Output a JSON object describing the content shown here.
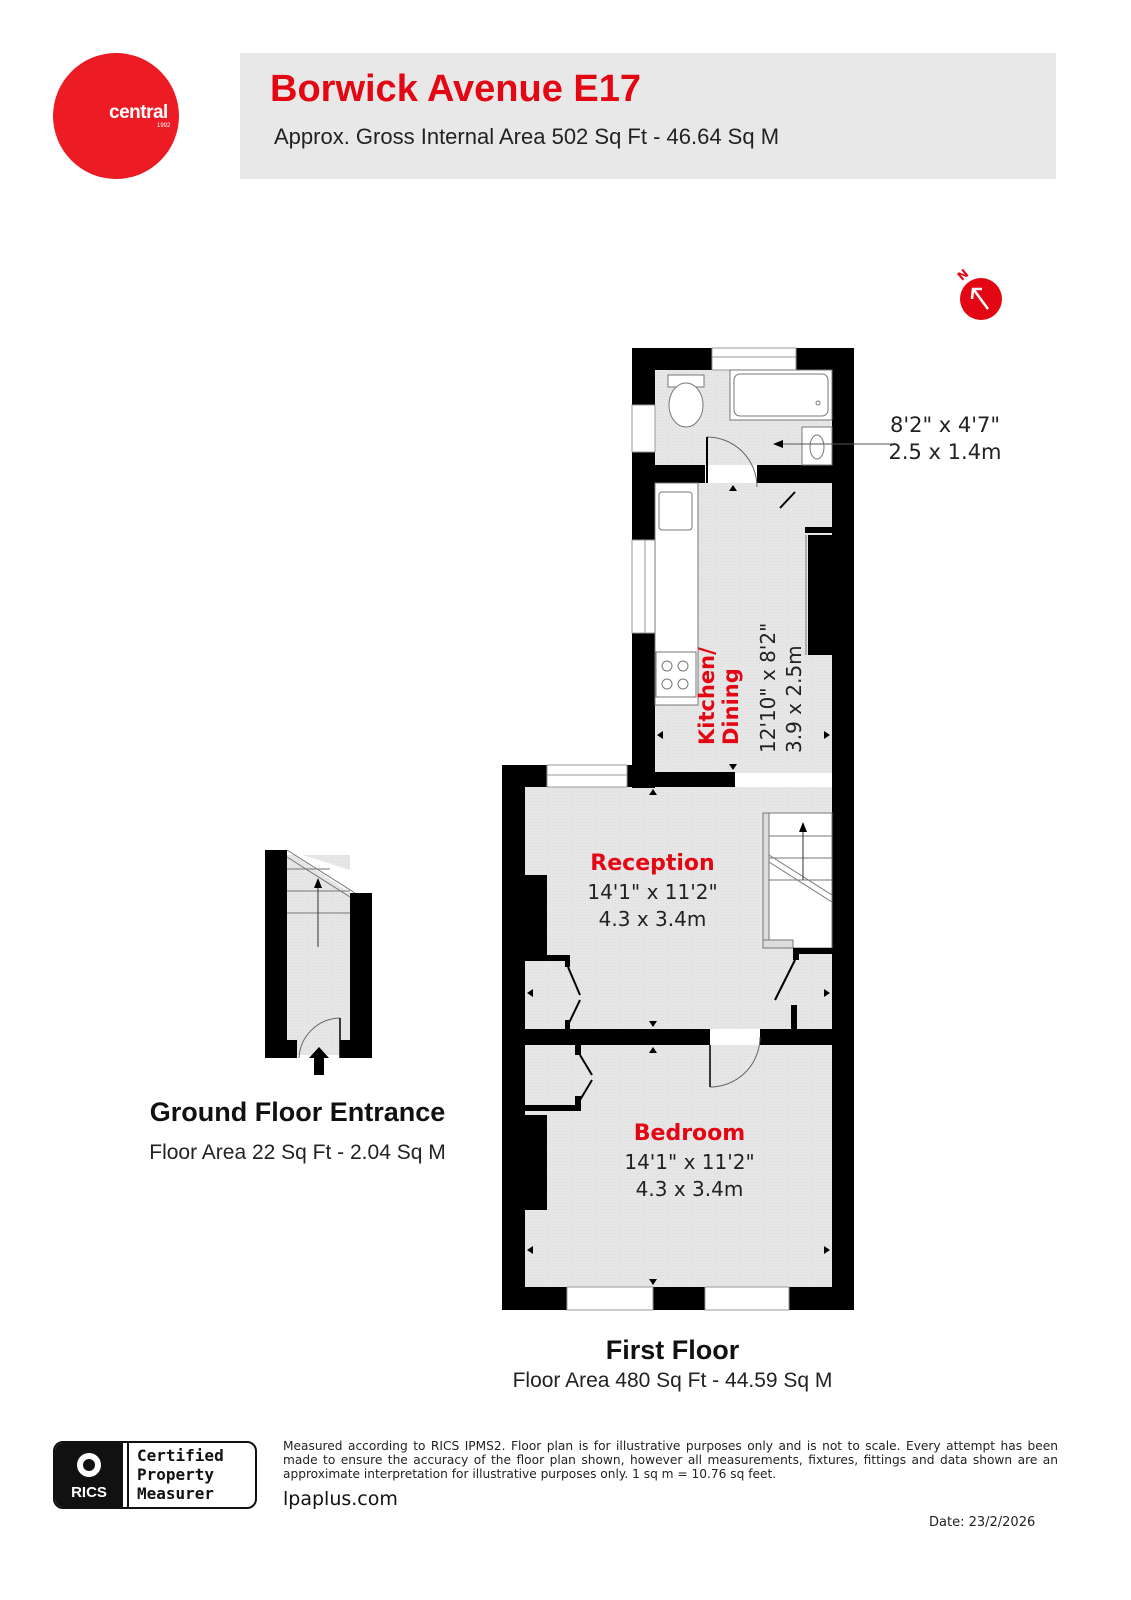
{
  "brand": {
    "logo_word": "central",
    "logo_year": "1992",
    "accent_color": "#e30613"
  },
  "header": {
    "title": "Borwick Avenue E17",
    "subtitle": "Approx. Gross Internal Area 502 Sq Ft - 46.64 Sq M"
  },
  "compass": {
    "label": "N",
    "icon": "north-arrow-icon"
  },
  "rooms": {
    "bathroom": {
      "dims_imperial": "8'2\" x 4'7\"",
      "dims_metric": "2.5 x 1.4m"
    },
    "kitchen": {
      "name_line1": "Kitchen/",
      "name_line2": "Dining",
      "dims_imperial": "12'10\" x 8'2\"",
      "dims_metric": "3.9 x 2.5m"
    },
    "reception": {
      "name": "Reception",
      "dims_imperial": "14'1\" x 11'2\"",
      "dims_metric": "4.3 x 3.4m"
    },
    "bedroom": {
      "name": "Bedroom",
      "dims_imperial": "14'1\" x 11'2\"",
      "dims_metric": "4.3 x 3.4m"
    }
  },
  "floors": {
    "ground": {
      "title": "Ground Floor Entrance",
      "area": "Floor Area 22 Sq Ft - 2.04 Sq M"
    },
    "first": {
      "title": "First Floor",
      "area": "Floor Area 480 Sq Ft - 44.59 Sq M"
    }
  },
  "footer": {
    "badge_org": "RICS",
    "badge_lines": [
      "Certified",
      "Property",
      "Measurer"
    ],
    "disclaimer": "Measured according to RICS IPMS2. Floor plan is for illustrative purposes only and is not to scale. Every attempt has been made to ensure the accuracy of the floor plan shown, however all measurements, fixtures, fittings and data shown are an approximate interpretation for illustrative purposes only. 1 sq m = 10.76 sq feet.",
    "website": "lpaplus.com",
    "date": "Date: 23/2/2026"
  }
}
